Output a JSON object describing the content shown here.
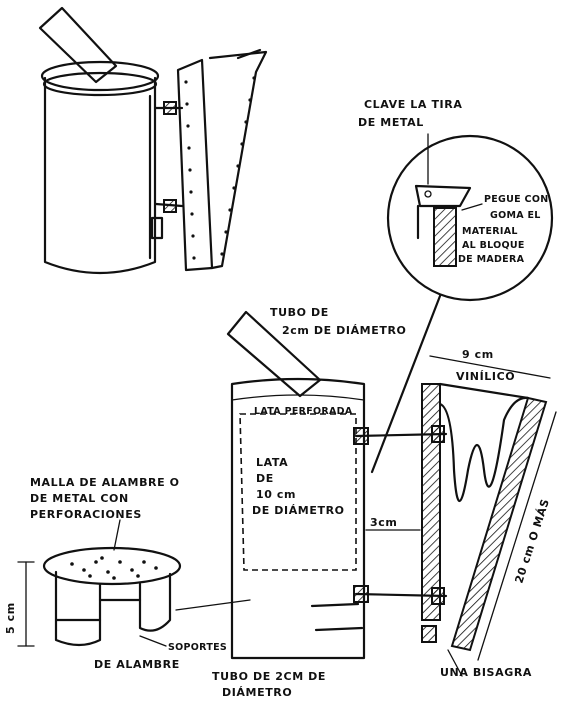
{
  "labels": {
    "clave_line1": "CLAVE LA TIRA",
    "clave_line2": "DE METAL",
    "pegue_line1": "PEGUE CON",
    "pegue_line2": "GOMA EL",
    "pegue_line3": "MATERIAL",
    "pegue_line4": "AL BLOQUE",
    "pegue_line5": "DE MADERA",
    "tubo_top_line1": "TUBO DE",
    "tubo_top_line2": "2cm DE DIÁMETRO",
    "nine_cm": "9 cm",
    "vinilico": "VINÍLICO",
    "lata_perforada": "LATA PERFORADA",
    "lata_line1": "LATA",
    "lata_line2": "DE",
    "lata_line3": "10 cm",
    "lata_line4": "DE DIÁMETRO",
    "three_cm": "3cm",
    "twenty_cm": "20 cm O MÁS",
    "malla_line1": "MALLA DE ALAMBRE O",
    "malla_line2": "DE METAL CON",
    "malla_line3": "PERFORACIONES",
    "five_cm": "5 cm",
    "soportes_line1": "SOPORTES",
    "soportes_line2": "DE ALAMBRE",
    "tubo_bottom_line1": "TUBO DE 2CM DE",
    "tubo_bottom_line2": "DIÁMETRO",
    "bisagra": "UNA BISAGRA"
  }
}
